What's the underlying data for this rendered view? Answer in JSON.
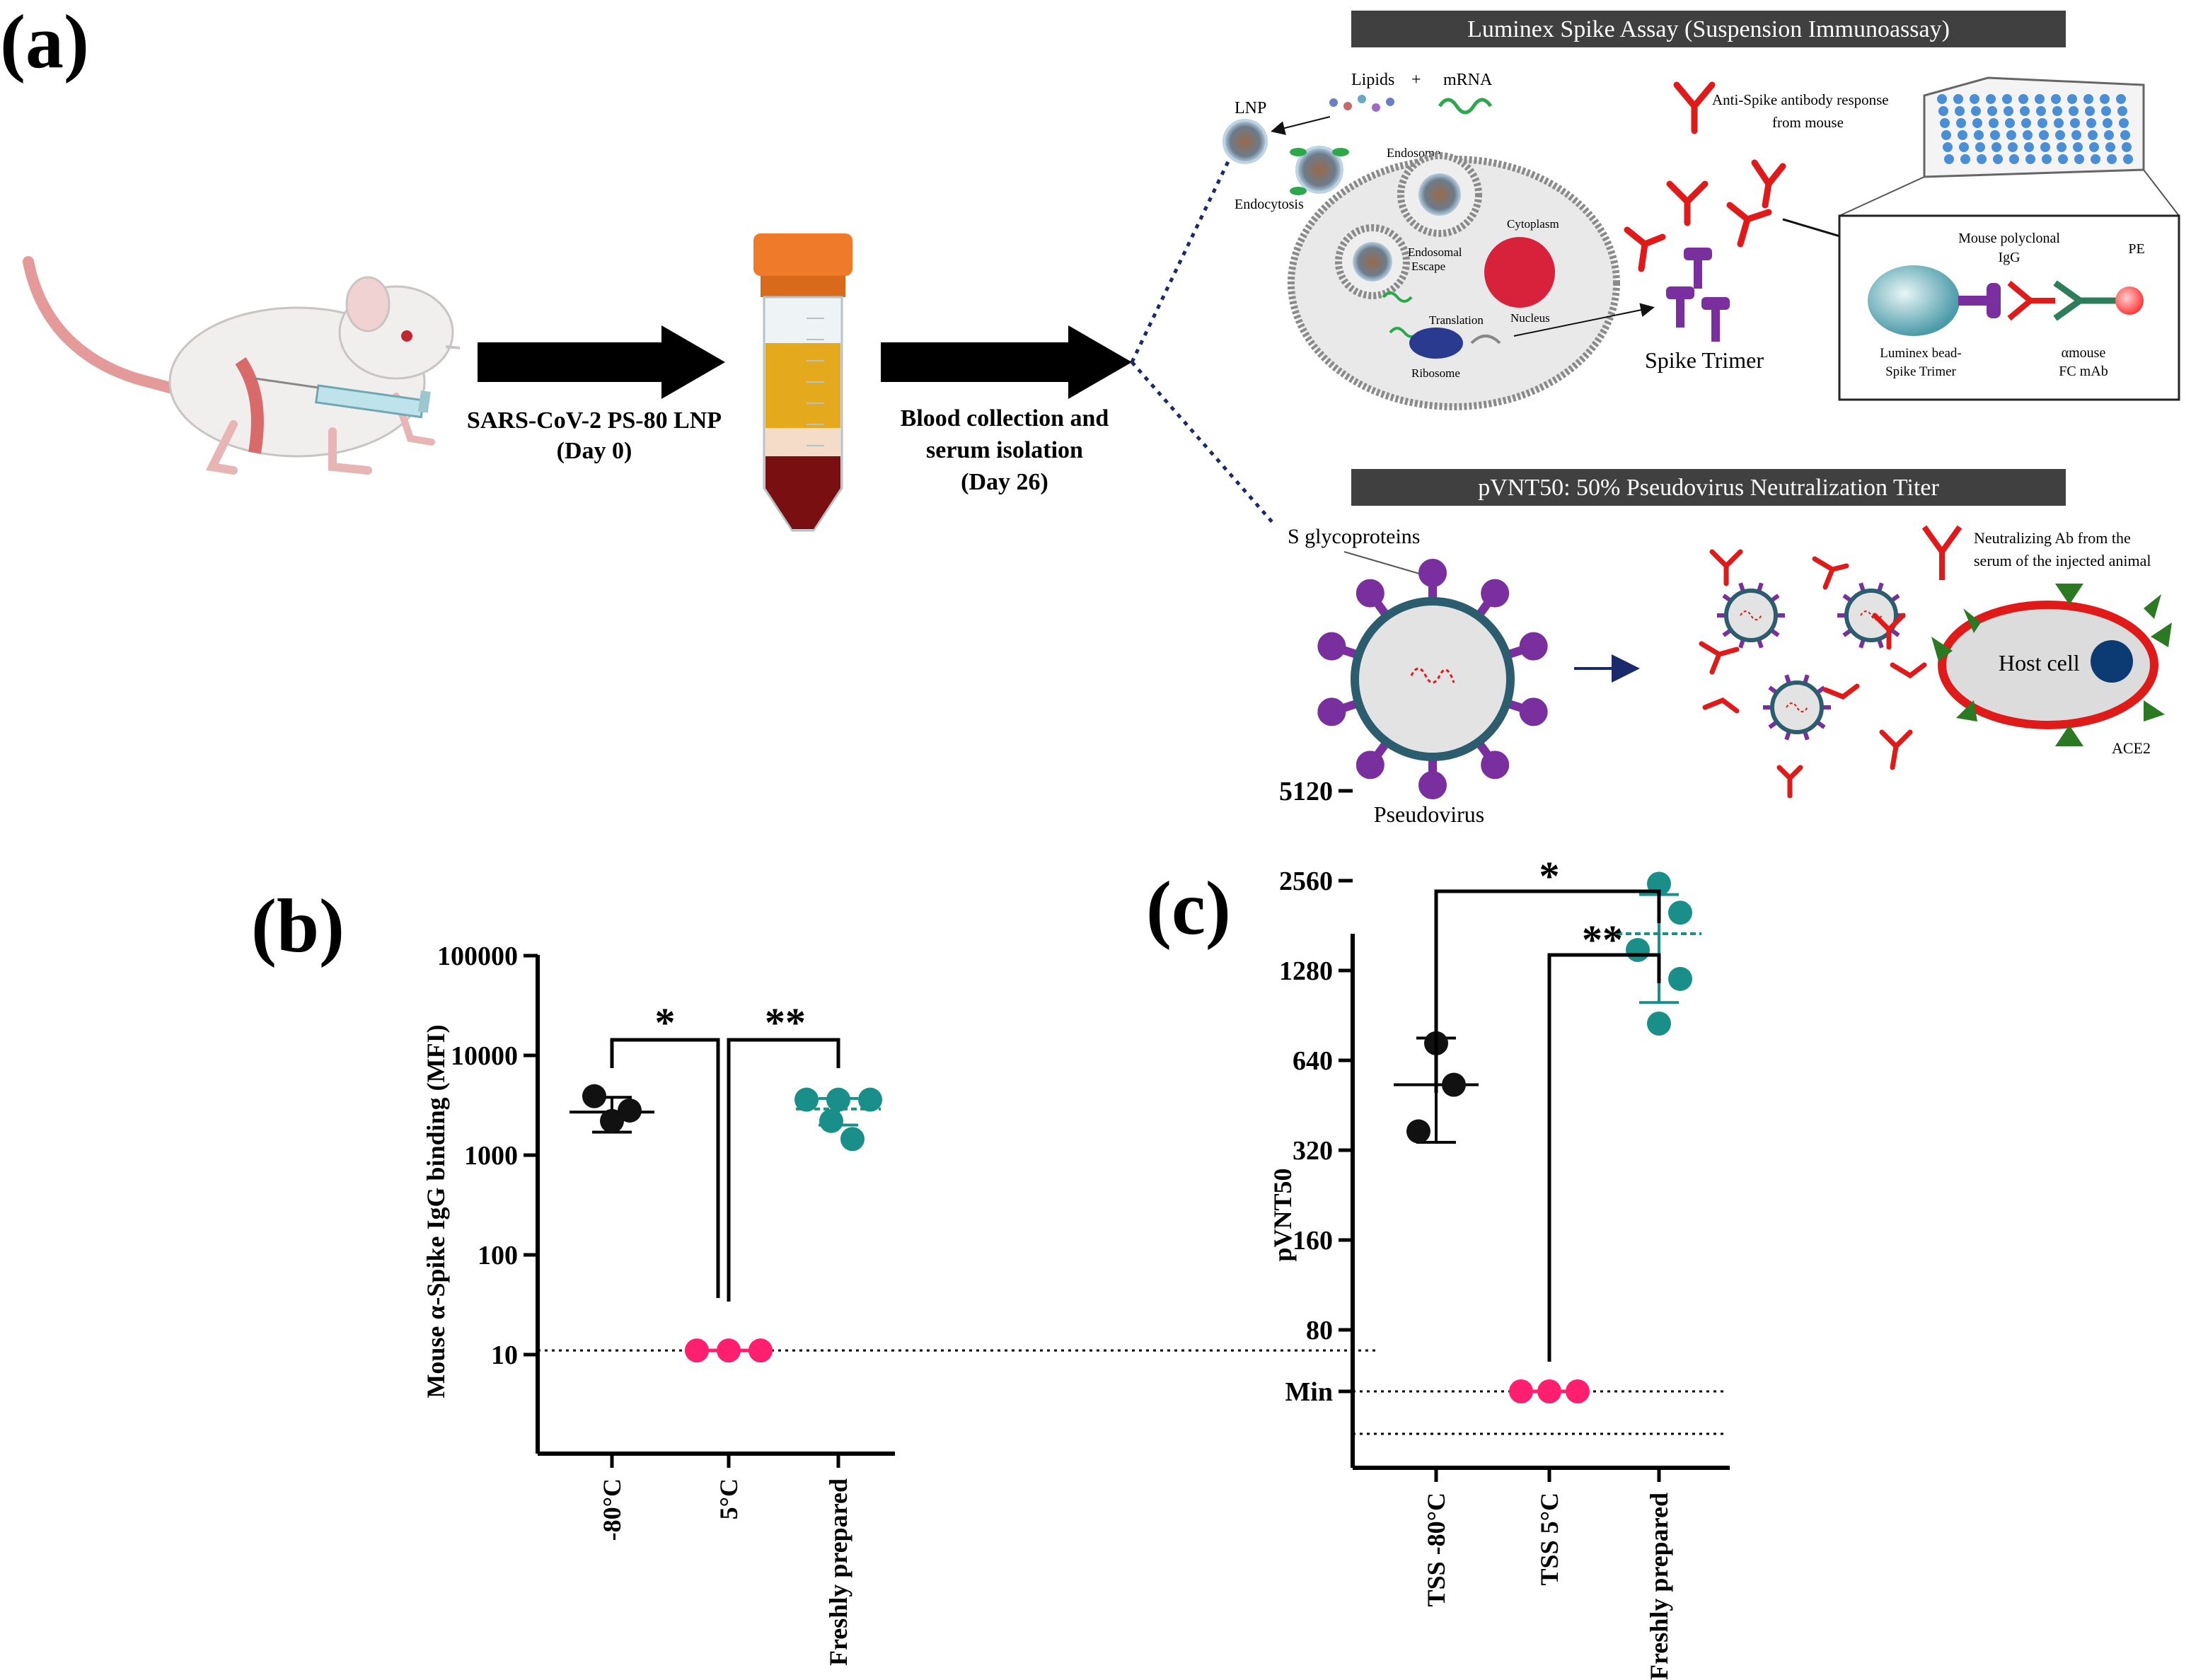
{
  "panel_a": {
    "label": "(a)",
    "arrow1_line1": "SARS-CoV-2 PS-80 LNP",
    "arrow1_line2": "(Day 0)",
    "arrow2_line1": "Blood collection and",
    "arrow2_line2": "serum isolation",
    "arrow2_line3": "(Day 26)",
    "luminex": {
      "header": "Luminex Spike Assay (Suspension Immunoassay)",
      "lipids": "Lipids",
      "plus": "+",
      "mrna": "mRNA",
      "lnp": "LNP",
      "endosome": "Endosome",
      "endocytosis": "Endocytosis",
      "endosomal_escape_1": "Endosomal",
      "endosomal_escape_2": "Escape",
      "cytoplasm": "Cytoplasm",
      "nucleus": "Nucleus",
      "translation": "Translation",
      "ribosome": "Ribosome",
      "anti_spike_1": "Anti-Spike antibody response",
      "anti_spike_2": "from mouse",
      "spike_trimer": "Spike Trimer",
      "mouse_igg_1": "Mouse polyclonal",
      "mouse_igg_2": "IgG",
      "pe": "PE",
      "bead_1": "Luminex bead-",
      "bead_2": "Spike Trimer",
      "fc_1": "αmouse",
      "fc_2": "FC mAb"
    },
    "pvnt": {
      "header": "pVNT50: 50% Pseudovirus Neutralization Titer",
      "s_glyco": "S glycoproteins",
      "pseudovirus": "Pseudovirus",
      "neut_1": "Neutralizing Ab from the",
      "neut_2": "serum of the injected animal",
      "host_cell": "Host cell",
      "ace2": "ACE2"
    }
  },
  "panel_b": {
    "label": "(b)",
    "sig1": "*",
    "sig2": "**",
    "chart_data": {
      "type": "scatter",
      "ylabel": "Mouse α-Spike IgG binding (MFI)",
      "yscale": "log",
      "ylim": [
        1,
        100000
      ],
      "yticks": [
        "10",
        "100",
        "1000",
        "10000",
        "100000"
      ],
      "categories": [
        "-80°C",
        "5°C",
        "Freshly prepared"
      ],
      "colors": [
        "#111111",
        "#ff1f6e",
        "#1a8f8a"
      ],
      "points": [
        [
          3900,
          2200,
          2800
        ],
        [
          11,
          11,
          11
        ],
        [
          3600,
          3600,
          3600,
          2200,
          1450
        ]
      ],
      "centers": [
        2700,
        11,
        2900
      ],
      "err_low": [
        1700,
        null,
        2000
      ],
      "err_high": [
        3800,
        null,
        3700
      ],
      "dotted_line": 11
    }
  },
  "panel_c": {
    "label": "(c)",
    "sig1": "*",
    "sig2": "**",
    "chart_data": {
      "type": "scatter",
      "ylabel": "pVNT50",
      "yscale": "log2",
      "yticks": [
        "Min",
        "80",
        "160",
        "320",
        "640",
        "1280",
        "2560",
        "5120"
      ],
      "categories": [
        "TSS -80°C",
        "TSS 5°C",
        "Freshly prepared"
      ],
      "colors": [
        "#111111",
        "#ff1f6e",
        "#1a8f8a"
      ],
      "points": [
        [
          730,
          530,
          370
        ],
        [
          "Min",
          "Min",
          "Min"
        ],
        [
          2500,
          2000,
          1500,
          1200,
          850
        ]
      ],
      "centers": [
        530,
        "Min",
        1700
      ],
      "err_low": [
        340,
        null,
        1000
      ],
      "err_high": [
        760,
        null,
        2300
      ],
      "dotted_lines": [
        "Min",
        "below Min"
      ]
    }
  }
}
